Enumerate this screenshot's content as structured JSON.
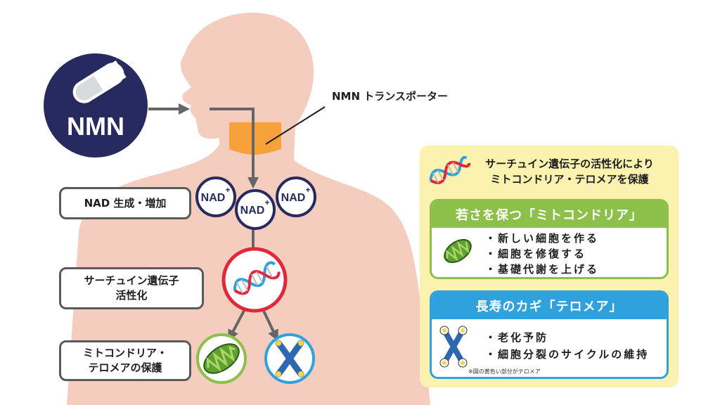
{
  "nmn": {
    "label": "NMN"
  },
  "transporter": {
    "label": "NMN トランスポーター"
  },
  "nad": {
    "badge": "NAD",
    "plus": "+"
  },
  "steps": {
    "nad_increase": "NAD 生成・増加",
    "sirtuin_line1": "サーチュイン遺伝子",
    "sirtuin_line2": "活性化",
    "protect_line1": "ミトコンドリア・",
    "protect_line2": "テロメアの保護"
  },
  "panel": {
    "title_line1": "サーチュイン遺伝子の活性化により",
    "title_line2": "ミトコンドリア・テロメアを保護",
    "mito": {
      "header": "若さを保つ「ミトコンドリア」",
      "items": [
        "・新しい細胞を作る",
        "・細胞を修復する",
        "・基礎代謝を上げる"
      ]
    },
    "telomere": {
      "header": "長寿のカギ「テロメア」",
      "items": [
        "・老化予防",
        "・細胞分裂のサイクルの維持"
      ],
      "note": "※図の黄色い部分がテロメア"
    }
  },
  "colors": {
    "skin": "#f4cdbf",
    "navy": "#262a5e",
    "orange": "#f7a13a",
    "green": "#8cc04b",
    "blue": "#2fa1dc",
    "red": "#e2273a",
    "panel_bg": "#fbf2b0",
    "arrow": "#666666"
  }
}
